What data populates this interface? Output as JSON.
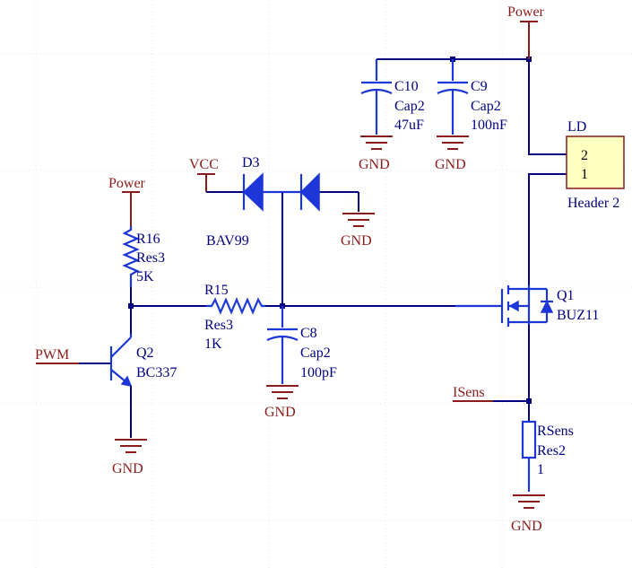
{
  "colors": {
    "wire": "#000080",
    "port": "#8b1a1a",
    "component": "#1c36d8",
    "header_fill": "#ffffc0"
  },
  "ports": {
    "power_top": "Power",
    "power_left": "Power",
    "vcc": "VCC",
    "pwm": "PWM",
    "isens": "ISens",
    "gnd": "GND"
  },
  "components": {
    "c10": {
      "designator": "C10",
      "type": "Cap2",
      "value": "47uF"
    },
    "c9": {
      "designator": "C9",
      "type": "Cap2",
      "value": "100nF"
    },
    "c8": {
      "designator": "C8",
      "type": "Cap2",
      "value": "100pF"
    },
    "r16": {
      "designator": "R16",
      "type": "Res3",
      "value": "5K"
    },
    "r15": {
      "designator": "R15",
      "type": "Res3",
      "value": "1K"
    },
    "rsens": {
      "designator": "RSens",
      "type": "Res2",
      "value": "1"
    },
    "d3": {
      "designator": "D3",
      "type": "BAV99"
    },
    "q1": {
      "designator": "Q1",
      "type": "BUZ11"
    },
    "q2": {
      "designator": "Q2",
      "type": "BC337"
    },
    "ld": {
      "designator": "LD",
      "type": "Header 2",
      "pin2": "2",
      "pin1": "1"
    }
  }
}
